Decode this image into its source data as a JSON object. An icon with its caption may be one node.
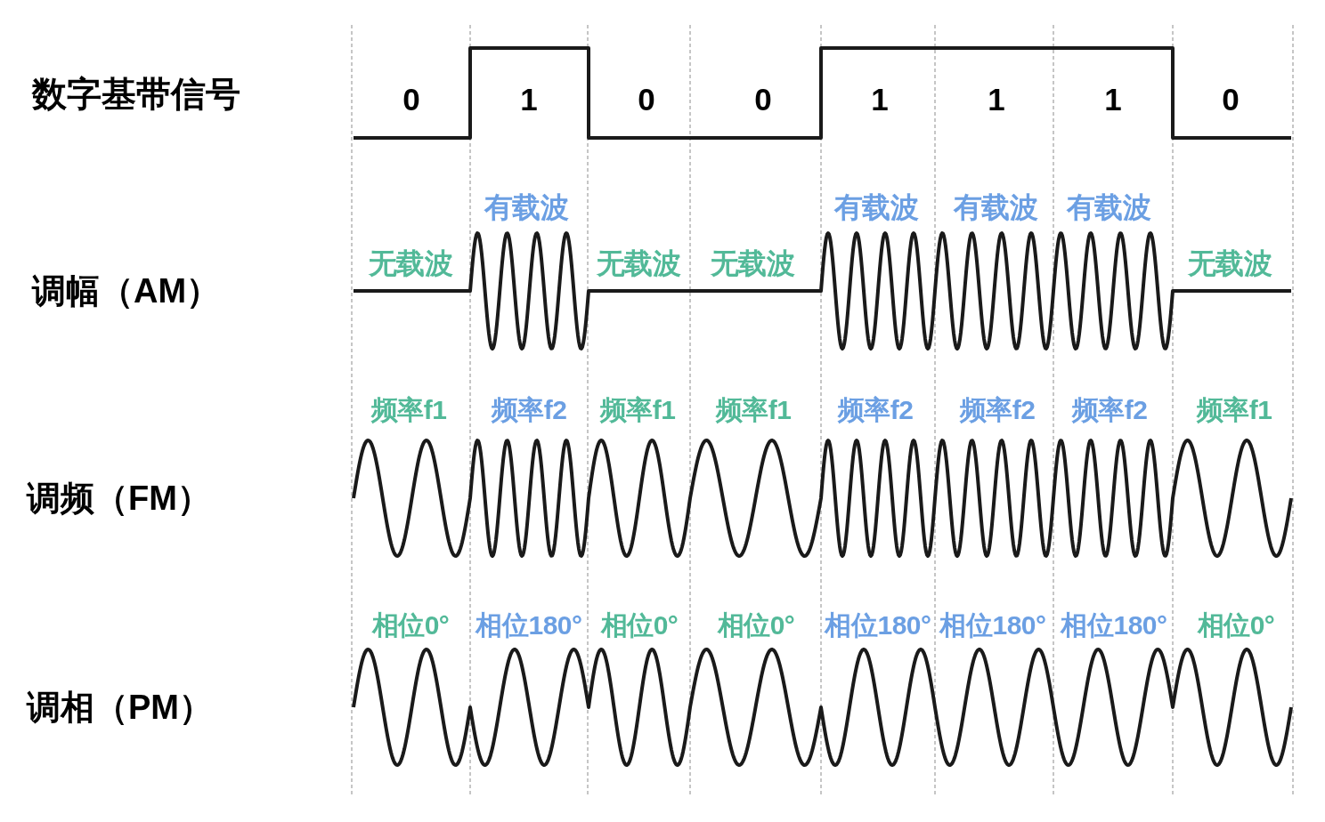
{
  "diagram": {
    "labels": [
      "数字基带信号",
      "0",
      "1",
      "0",
      "0",
      "1",
      "1",
      "1",
      "0",
      "调幅（AM）",
      "无载波",
      "有载波",
      "无载波",
      "无载波",
      "有载波",
      "有载波",
      "有载波",
      "无载波",
      "调频（FM）",
      "频率f1",
      "频率f2",
      "频率f1",
      "频率f1",
      "频率f2",
      "频率f2",
      "频率f2",
      "频率f1",
      "调相（PM）",
      "相位0°",
      "相位180°",
      "相位0°",
      "相位0°",
      "相位180°",
      "相位180°",
      "相位180°",
      "相位0°"
    ]
  }
}
